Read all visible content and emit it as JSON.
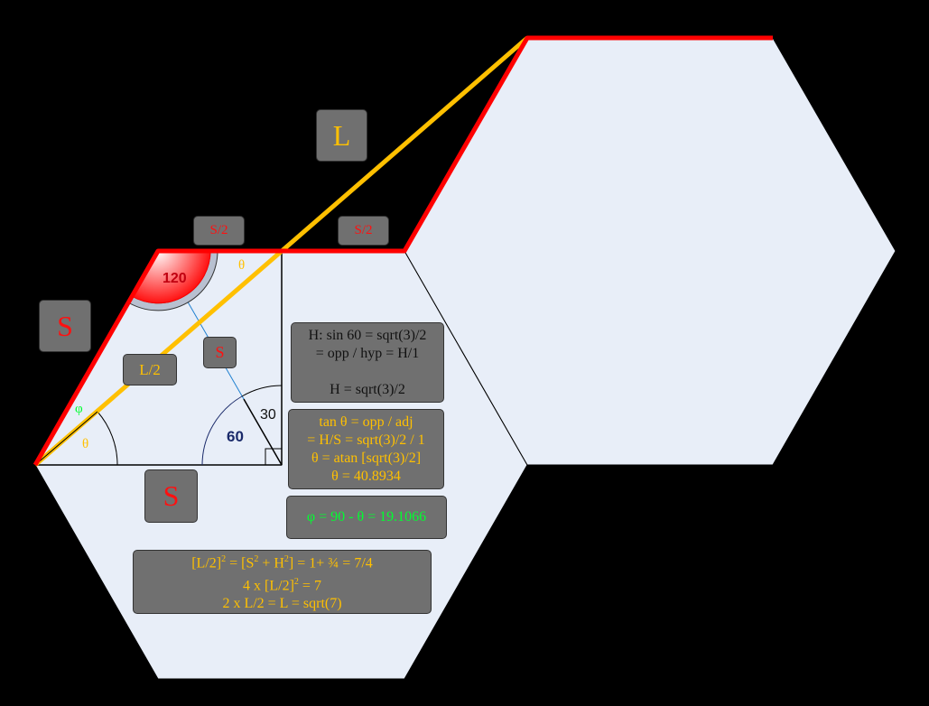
{
  "labels": {
    "L": "L",
    "S_half_left": "S/2",
    "S_half_right": "S/2",
    "S_left": "S",
    "L_half": "L/2",
    "S_inner": "S",
    "S_bottom": "S"
  },
  "angles": {
    "a120": "120",
    "a60": "60",
    "a30": "30",
    "theta_top": "θ",
    "theta_left": "θ",
    "phi": "φ"
  },
  "boxes": {
    "h_box": [
      "H: sin 60 = sqrt(3)/2",
      "= opp / hyp = H/1",
      "",
      "H = sqrt(3)/2"
    ],
    "tan_box": [
      "tan θ = opp / adj",
      "= H/S = sqrt(3)/2 / 1",
      "θ = atan [sqrt(3)/2]",
      "θ = 40.8934"
    ],
    "phi_box": "φ = 90 - θ = 19.1066",
    "l_box": {
      "line1_a": "[L/2]",
      "line1_b": "2",
      "line1_c": " = [S",
      "line1_d": "2",
      "line1_e": " + H",
      "line1_f": "2",
      "line1_g": "] = 1+ ¾ = 7/4",
      "line2_a": "4 x [L/2]",
      "line2_b": "2",
      "line2_c": " = 7",
      "line3": "2 x L/2 = L = sqrt(7)"
    }
  },
  "colors": {
    "hex_fill": "#e8eef8",
    "red": "#ff0000",
    "yellow": "#ffc000",
    "green": "#00ff30",
    "box": "#707070"
  }
}
